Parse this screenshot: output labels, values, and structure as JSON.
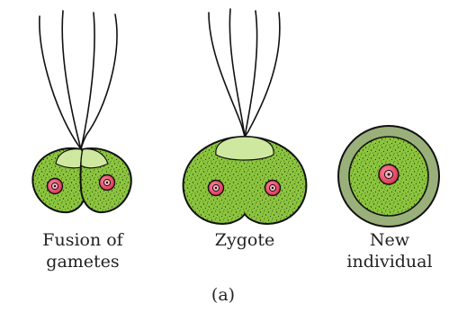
{
  "labels": {
    "fusion_line1": "Fusion of",
    "fusion_line2": "gametes",
    "zygote": "Zygote",
    "new_line1": "New",
    "new_line2": "individual",
    "caption": "(a)"
  },
  "colors": {
    "cell_green": "#8cc63f",
    "cap_green": "#cfe8a0",
    "wall_green": "#9ab07a",
    "speckle": "#2a3a12",
    "nucleus_red": "#e8405a",
    "nucleus_pink": "#f7b2c0",
    "outline": "#111111"
  },
  "icons": [
    "fusing-gametes-icon",
    "zygote-icon",
    "new-individual-icon",
    "flagella-icon",
    "nucleus-icon"
  ]
}
